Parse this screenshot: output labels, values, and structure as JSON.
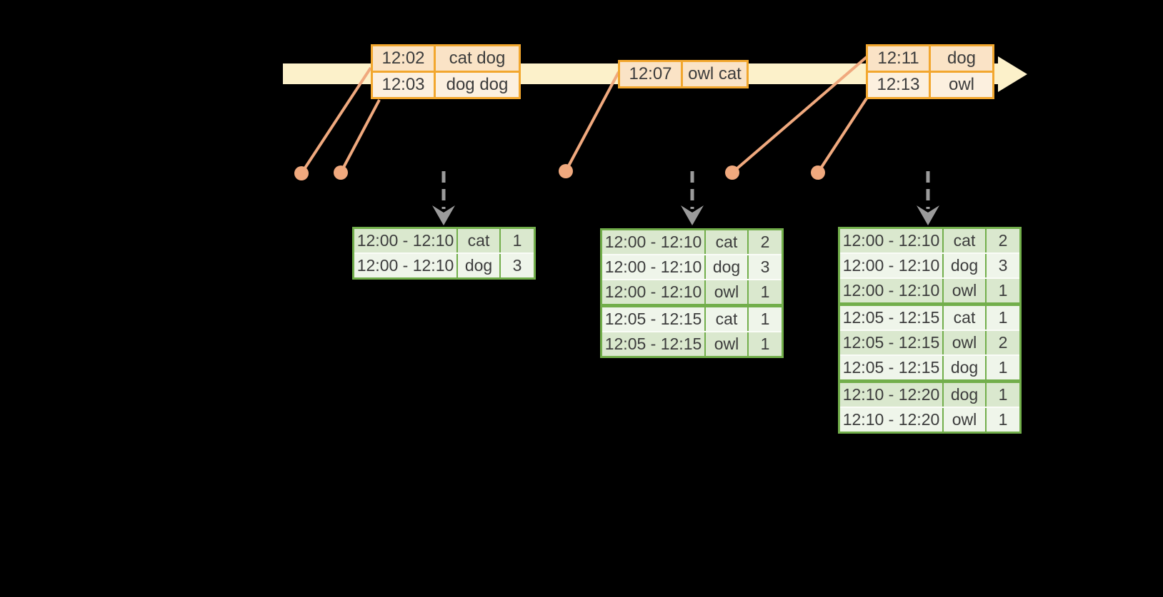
{
  "colors": {
    "background": "#000000",
    "timeline_fill": "#FCF1CA",
    "event_border": "#F2A72E",
    "event_row_dark": "#FAE3C6",
    "event_row_light": "#FCF0DF",
    "connector": "#F0A97E",
    "trigger_arrow": "#9B9B9B",
    "result_border": "#72AE4B",
    "result_row_dark": "#DAE8CE",
    "result_row_light": "#EFF5EA",
    "text": "#3C3C3C"
  },
  "timeline": {
    "event_tables": [
      {
        "rows": [
          {
            "time": "12:02",
            "words": "cat dog"
          },
          {
            "time": "12:03",
            "words": "dog dog"
          }
        ]
      },
      {
        "rows": [
          {
            "time": "12:07",
            "words": "owl cat"
          }
        ]
      },
      {
        "rows": [
          {
            "time": "12:11",
            "words": "dog"
          },
          {
            "time": "12:13",
            "words": "owl"
          }
        ]
      }
    ]
  },
  "result_tables": [
    {
      "rows": [
        {
          "window": "12:00 - 12:10",
          "word": "cat",
          "count": "1"
        },
        {
          "window": "12:00 - 12:10",
          "word": "dog",
          "count": "3"
        }
      ]
    },
    {
      "rows": [
        {
          "window": "12:00 - 12:10",
          "word": "cat",
          "count": "2"
        },
        {
          "window": "12:00 - 12:10",
          "word": "dog",
          "count": "3"
        },
        {
          "window": "12:00 - 12:10",
          "word": "owl",
          "count": "1"
        },
        {
          "window": "12:05 - 12:15",
          "word": "cat",
          "count": "1"
        },
        {
          "window": "12:05 - 12:15",
          "word": "owl",
          "count": "1"
        }
      ]
    },
    {
      "rows": [
        {
          "window": "12:00 - 12:10",
          "word": "cat",
          "count": "2"
        },
        {
          "window": "12:00 - 12:10",
          "word": "dog",
          "count": "3"
        },
        {
          "window": "12:00 - 12:10",
          "word": "owl",
          "count": "1"
        },
        {
          "window": "12:05 - 12:15",
          "word": "cat",
          "count": "1"
        },
        {
          "window": "12:05 - 12:15",
          "word": "owl",
          "count": "2"
        },
        {
          "window": "12:05 - 12:15",
          "word": "dog",
          "count": "1"
        },
        {
          "window": "12:10 - 12:20",
          "word": "dog",
          "count": "1"
        },
        {
          "window": "12:10 - 12:20",
          "word": "owl",
          "count": "1"
        }
      ]
    }
  ]
}
